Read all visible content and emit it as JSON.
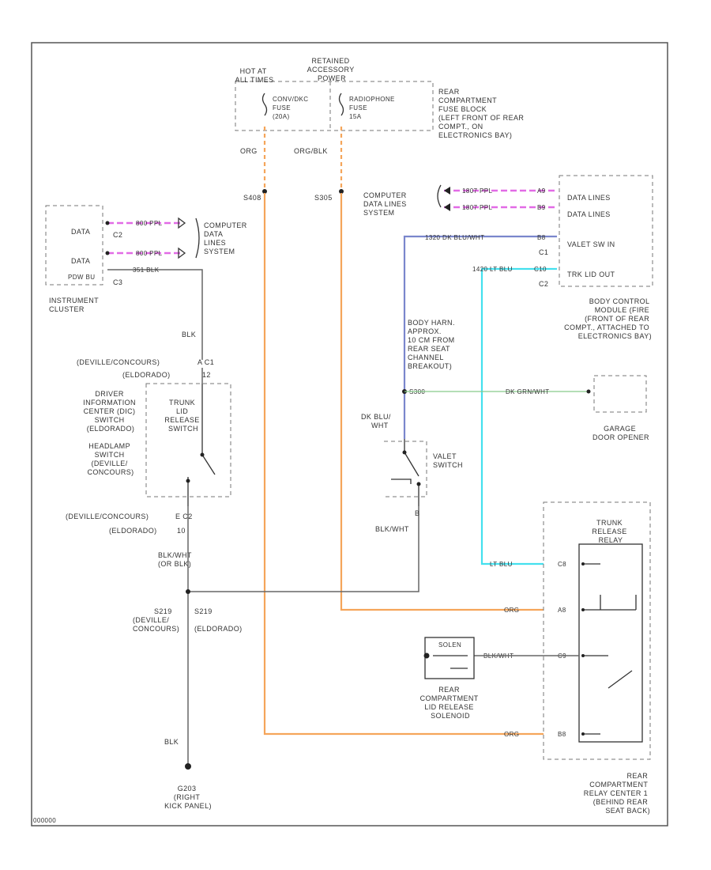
{
  "labels": {
    "hot_at_all_times": [
      "HOT AT",
      "ALL TIMES"
    ],
    "retained_power": [
      "RETAINED",
      "ACCESSORY",
      "POWER"
    ],
    "fuse1": [
      "CONV/DKC",
      "FUSE",
      "(20A)"
    ],
    "fuse2": [
      "RADIOPHONE",
      "FUSE",
      "15A"
    ],
    "rear_fuse_block": [
      "REAR",
      "COMPARTMENT",
      "FUSE BLOCK",
      "(LEFT FRONT OF REAR",
      "COMPT., ON",
      "ELECTRONICS BAY)"
    ],
    "wire_org": "ORG",
    "wire_org_blk": "ORG/BLK",
    "s408": "S408",
    "s305": "S305",
    "ic_data1": "DATA",
    "ic_data2": "DATA",
    "ic_c2": "C2",
    "ic_c3": "C3",
    "ic_gnd": "PDW BU",
    "ic_wire1": "800 PPL",
    "ic_wire2": "800 PPL",
    "ic_wire3": "351 BLK",
    "comp_data1": [
      "COMPUTER",
      "DATA",
      "LINES",
      "SYSTEM"
    ],
    "instrument_cluster": [
      "INSTRUMENT",
      "CLUSTER"
    ],
    "comp_data2": [
      "COMPUTER",
      "DATA LINES",
      "SYSTEM"
    ],
    "bcm_wire1": "1807 PPL",
    "bcm_wire2": "1807 PPL",
    "bcm_pin1": "A9",
    "bcm_pin2": "B9",
    "bcm_data1": "DATA LINES",
    "bcm_data2": "DATA LINES",
    "valet_wire": "1320 DK BLU/WHT",
    "valet_pin": "B8",
    "valet_sw_in": "VALET SW IN",
    "c1": "C1",
    "cyan_wire": "1420 LT BLU",
    "cyan_pin": "C10",
    "trk_lid_out": "TRK LID OUT",
    "c2": "C2",
    "bcm": [
      "BODY CONTROL",
      "MODULE (FIRE",
      "(FRONT OF REAR",
      "COMPT., ATTACHED TO",
      "ELECTRONICS BAY)"
    ],
    "blk": "BLK",
    "deville_concours": "(DEVILLE/CONCOURS)",
    "eldorado": "(ELDORADO)",
    "c_a11": "A C1",
    "c_12": "12",
    "dic": [
      "DRIVER",
      "INFORMATION",
      "CENTER (DIC)",
      "SWITCH",
      "(ELDORADO)"
    ],
    "headlamp": [
      "HEADLAMP",
      "SWITCH",
      "(DEVILLE/",
      "CONCOURS)"
    ],
    "trunk_lid_switch": [
      "TRUNK",
      "LID",
      "RELEASE",
      "SWITCH"
    ],
    "body_harn": [
      "BODY HARN.",
      "APPROX.",
      "10 CM FROM",
      "REAR SEAT",
      "CHANNEL",
      "BREAKOUT)"
    ],
    "s300": "S300",
    "garage_wire": "DK GRN/WHT",
    "garage": [
      "GARAGE",
      "DOOR OPENER"
    ],
    "dk_blu_wht": [
      "DK BLU/",
      "WHT"
    ],
    "valet_switch": [
      "VALET",
      "SWITCH"
    ],
    "valet_b": "B",
    "blk_wht": "BLK/WHT",
    "c_e": "E C2",
    "c_10": "10",
    "blk_wht_or_blk": [
      "BLK/WHT",
      "(OR BLK)"
    ],
    "s219a": "S219",
    "s219a_sub": [
      "(DEVILLE/",
      "CONCOURS)"
    ],
    "s219b": "S219",
    "s219b_sub": "(ELDORADO)",
    "trunk_relay": [
      "TRUNK",
      "RELEASE",
      "RELAY"
    ],
    "relay_wire_lt": "LT BLU",
    "relay_c8": "C8",
    "relay_org": "ORG",
    "relay_a8": "A8",
    "relay_c9_wire": "BLK/WHT",
    "relay_c9": "C9",
    "relay_org2": "ORG",
    "relay_b8": "B8",
    "solenoid_box": "SOLEN",
    "solenoid": [
      "REAR",
      "COMPARTMENT",
      "LID RELEASE",
      "SOLENOID"
    ],
    "relay_center": [
      "REAR",
      "COMPARTMENT",
      "RELAY CENTER 1",
      "(BEHIND REAR",
      "SEAT BACK)"
    ],
    "g203": [
      "G203",
      "(RIGHT",
      "KICK PANEL)"
    ],
    "footer": "000000"
  }
}
